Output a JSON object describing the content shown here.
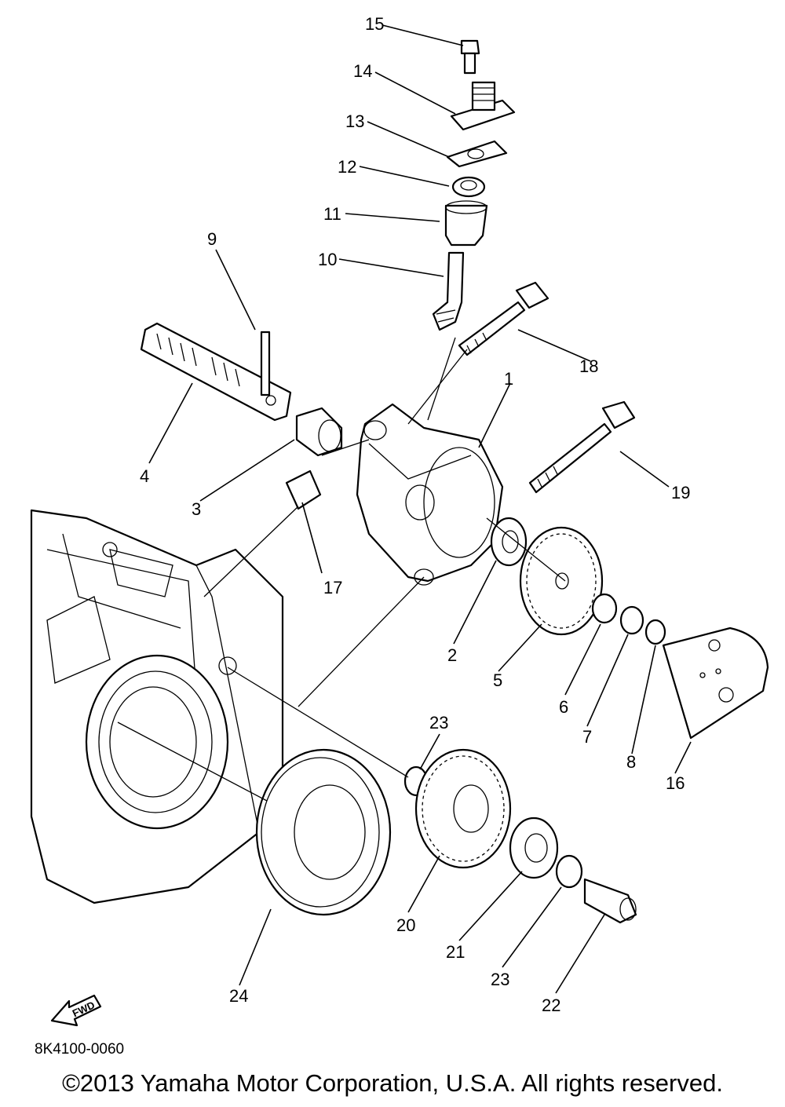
{
  "diagram": {
    "part_numbers": [
      "1",
      "2",
      "3",
      "4",
      "5",
      "6",
      "7",
      "8",
      "9",
      "10",
      "11",
      "12",
      "13",
      "14",
      "15",
      "16",
      "17",
      "18",
      "19",
      "20",
      "21",
      "22",
      "23",
      "23",
      "24"
    ],
    "fwd_label": "FWD",
    "drawing_code": "8K4100-0060"
  },
  "footer": {
    "copyright": "©2013 Yamaha Motor Corporation, U.S.A. All rights reserved."
  }
}
